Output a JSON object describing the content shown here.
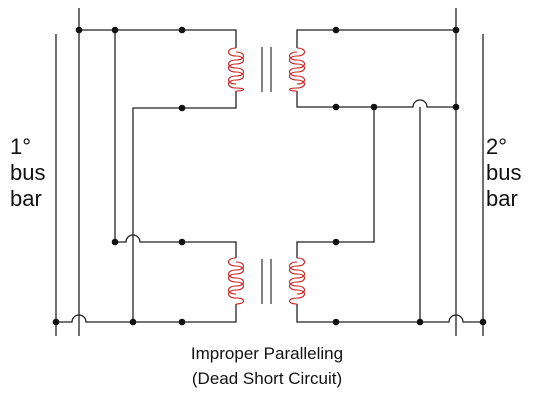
{
  "labels": {
    "primary": [
      "1°",
      "bus",
      "bar"
    ],
    "secondary": [
      "2°",
      "bus",
      "bar"
    ]
  },
  "caption": {
    "line1": "Improper Paralleling",
    "line2": "(Dead Short Circuit)"
  },
  "colors": {
    "wire": "#222222",
    "coil": "#cc2222",
    "dot": "#111111"
  }
}
